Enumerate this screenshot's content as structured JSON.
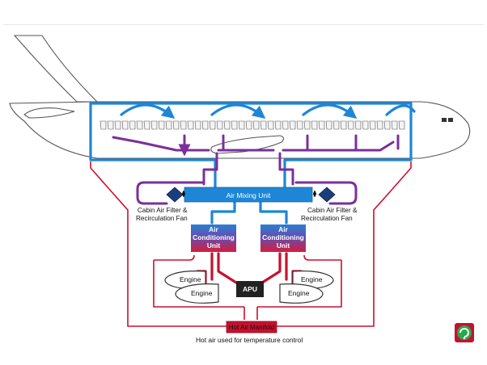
{
  "labels": {
    "air_mixing_unit": "Air Mixing Unit",
    "cabin_filter_left_line1": "Cabin Air Filter &",
    "cabin_filter_left_line2": "Recirculation Fan",
    "cabin_filter_right_line1": "Cabin Air Filter &",
    "cabin_filter_right_line2": "Recirculation Fan",
    "ac_unit_left_line1": "Air",
    "ac_unit_left_line2": "Conditioning",
    "ac_unit_left_line3": "Unit",
    "ac_unit_right_line1": "Air",
    "ac_unit_right_line2": "Conditioning",
    "ac_unit_right_line3": "Unit",
    "apu": "APU",
    "engine_left_upper": "Engine",
    "engine_left_lower": "Engine",
    "engine_right_upper": "Engine",
    "engine_right_lower": "Engine",
    "hot_air_manifold": "Hot Air Manifold",
    "hot_air_caption": "Hot air used for temperature control"
  },
  "colors": {
    "cold_air": "#1f86d6",
    "recirculated_air": "#7a2f9a",
    "hot_air": "#c8102e",
    "ac_unit_gradient_top": "#2a7fd4",
    "ac_unit_gradient_bottom": "#d81c3a",
    "apu_box": "#222222",
    "logo_green": "#2aa84a"
  },
  "icons": {
    "logo": "recycle-logo-icon"
  }
}
